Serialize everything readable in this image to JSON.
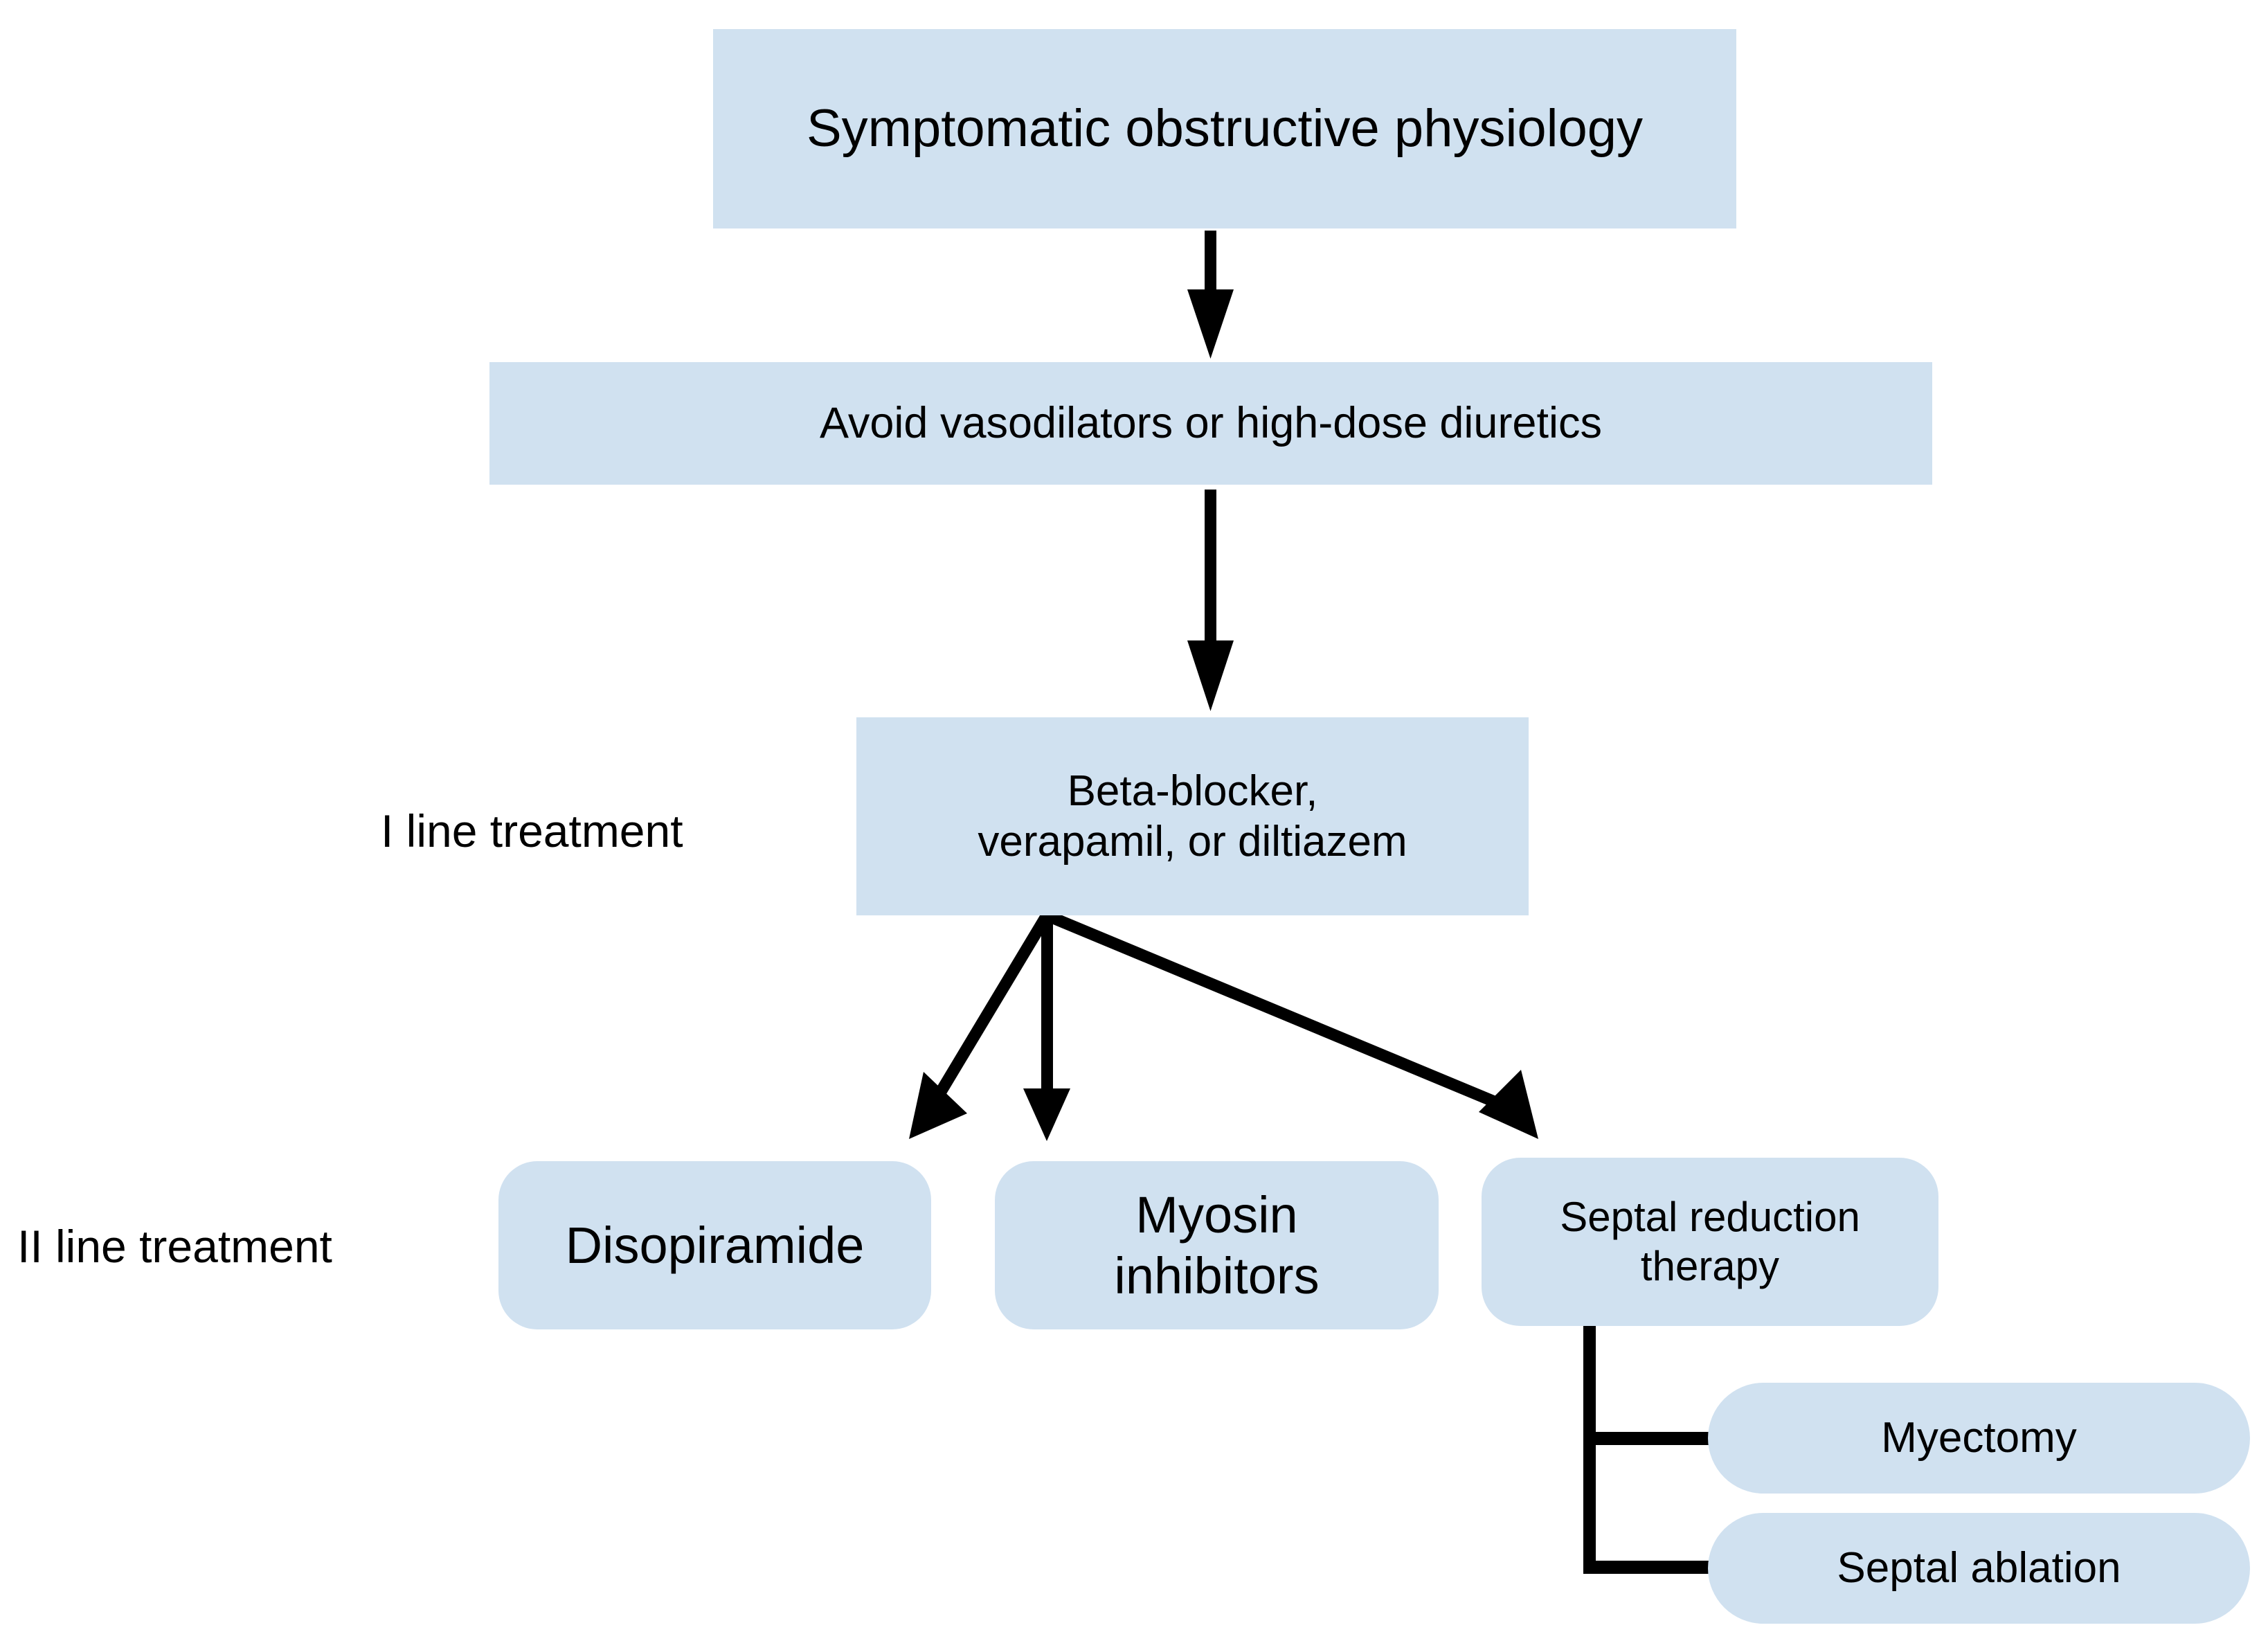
{
  "diagram": {
    "title_node": {
      "text": "Symptomatic obstructive physiology"
    },
    "caution_node": {
      "text": "Avoid vasodilators or high-dose diuretics"
    },
    "first_line": {
      "row_label": "I line treatment",
      "node_text": "Beta-blocker,\nverapamil, or diltiazem"
    },
    "second_line": {
      "row_label": "II line treatment",
      "options": [
        {
          "text": "Disopiramide"
        },
        {
          "text": "Myosin\ninhibitors"
        },
        {
          "text": "Septal reduction\ntherapy"
        }
      ]
    },
    "septal_children": [
      {
        "text": "Myectomy"
      },
      {
        "text": "Septal ablation"
      }
    ],
    "colors": {
      "node_fill": "#d0e1f0",
      "edge_stroke": "#000000",
      "text": "#000000",
      "background": "#ffffff"
    }
  }
}
